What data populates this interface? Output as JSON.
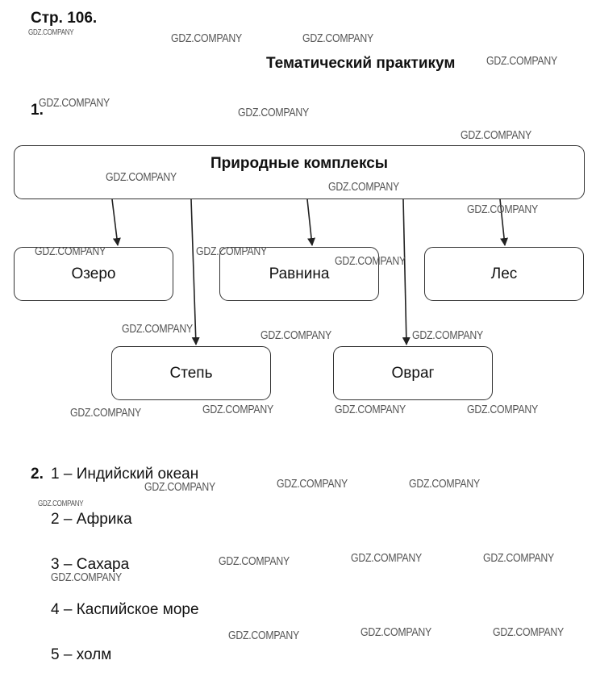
{
  "header": {
    "page_label": "Стр. 106.",
    "section_title": "Тематический практикум"
  },
  "task1": {
    "number": "1.",
    "root": "Природные комплексы",
    "items": [
      "Озеро",
      "Равнина",
      "Лес",
      "Степь",
      "Овраг"
    ]
  },
  "task2": {
    "number": "2.",
    "answers": [
      "1 – Индийский океан",
      "2 – Африка",
      "3 – Сахара",
      "4 – Каспийское море",
      "5 – холм"
    ]
  },
  "watermark": "GDZ.COMPANY",
  "colors": {
    "ink": "#111111",
    "watermark": "#555555",
    "line": "#333333"
  }
}
